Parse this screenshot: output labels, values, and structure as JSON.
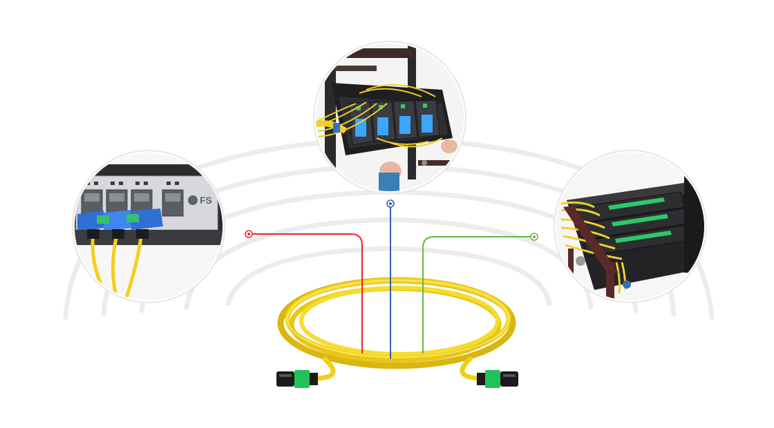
{
  "brand": {
    "logo_text": "FS"
  },
  "colors": {
    "leader_left": "#e3262f",
    "leader_center": "#2f5fa8",
    "leader_right": "#5dbb3c",
    "cable": "#f2d21c",
    "cable_shade": "#d7b40e",
    "connector_green": "#22c25a",
    "connector_body": "#1b1b1b"
  },
  "images": [
    {
      "id": "left",
      "subject": "switch-transceiver-ports",
      "icon": "switch-icon"
    },
    {
      "id": "center",
      "subject": "rack-fiber-enclosure",
      "icon": "enclosure-icon"
    },
    {
      "id": "right",
      "subject": "patch-panel-cassettes",
      "icon": "patch-panel-icon"
    }
  ]
}
